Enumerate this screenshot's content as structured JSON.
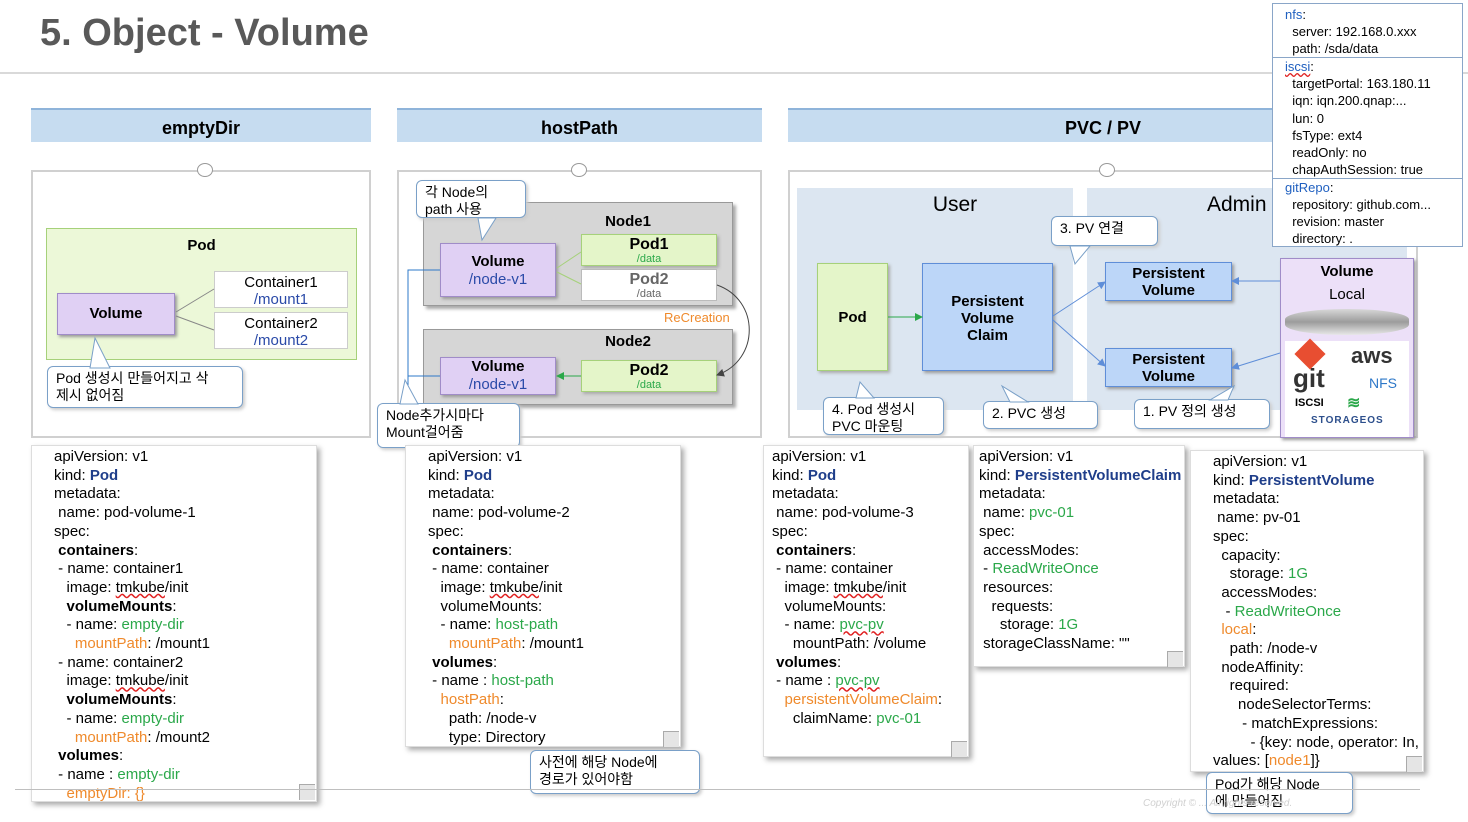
{
  "title": "5. Object - Volume",
  "sections": {
    "emptydir": "emptyDir",
    "hostpath": "hostPath",
    "pvcpv": "PVC / PV"
  },
  "emptydir": {
    "pod": "Pod",
    "volume": "Volume",
    "c1": "Container1",
    "m1": "/mount1",
    "c2": "Container2",
    "m2": "/mount2",
    "callout": "Pod 생성시 만들어지고 삭\n제시 없어짐"
  },
  "hostpath": {
    "callout_top": "각 Node의\npath 사용",
    "node1": "Node1",
    "node2": "Node2",
    "vol_label": "Volume",
    "vol_path": "/node-v1",
    "pod1": "Pod1",
    "pod2": "Pod2",
    "data": "/data",
    "recreation": "ReCreation",
    "callout_left": "Node추가시마다\nMount걸어줌",
    "callout_bottom": "사전에 해당 Node에\n경로가 있어야함"
  },
  "pvc": {
    "user": "User",
    "admin": "Admin",
    "pod": "Pod",
    "pvc_box": "Persistent\nVolume\nClaim",
    "pv": "Persistent\nVolume",
    "volume": "Volume",
    "local": "Local",
    "c3": "3. PV 연결",
    "c4": "4. Pod 생성시\nPVC 마운팅",
    "c2": "2. PVC 생성",
    "c1": "1. PV 정의 생성",
    "logos": {
      "git": "git",
      "aws": "aws",
      "nfs": "NFS",
      "iscsi": "ISCSI",
      "storageos": "STORAGEOS"
    },
    "callout_bottom": "Pod가 해당 Node\n에 만들어짐"
  },
  "info_panel": {
    "nfs": [
      "nfs:",
      "  server: 192.168.0.xxx",
      "  path: /sda/data"
    ],
    "iscsi": [
      "iscsi:",
      "  targetPortal: 163.180.11",
      "  iqn: iqn.200.qnap:...",
      "  lun: 0",
      "  fsType: ext4",
      "  readOnly: no",
      "  chapAuthSession: true"
    ],
    "gitrepo": [
      "gitRepo:",
      "  repository: github.com...",
      "  revision: master",
      "  directory: ."
    ]
  },
  "copyright": "Copyright © ... All rights reserved.",
  "colors": {
    "header": "#c6dcf0",
    "volume": "#e0d0f4",
    "pod": "#e4f5c9",
    "pv": "#bcd6f8",
    "green": "#2ba84a",
    "orange": "#ef8a2c",
    "navy": "#1f3e8a"
  }
}
